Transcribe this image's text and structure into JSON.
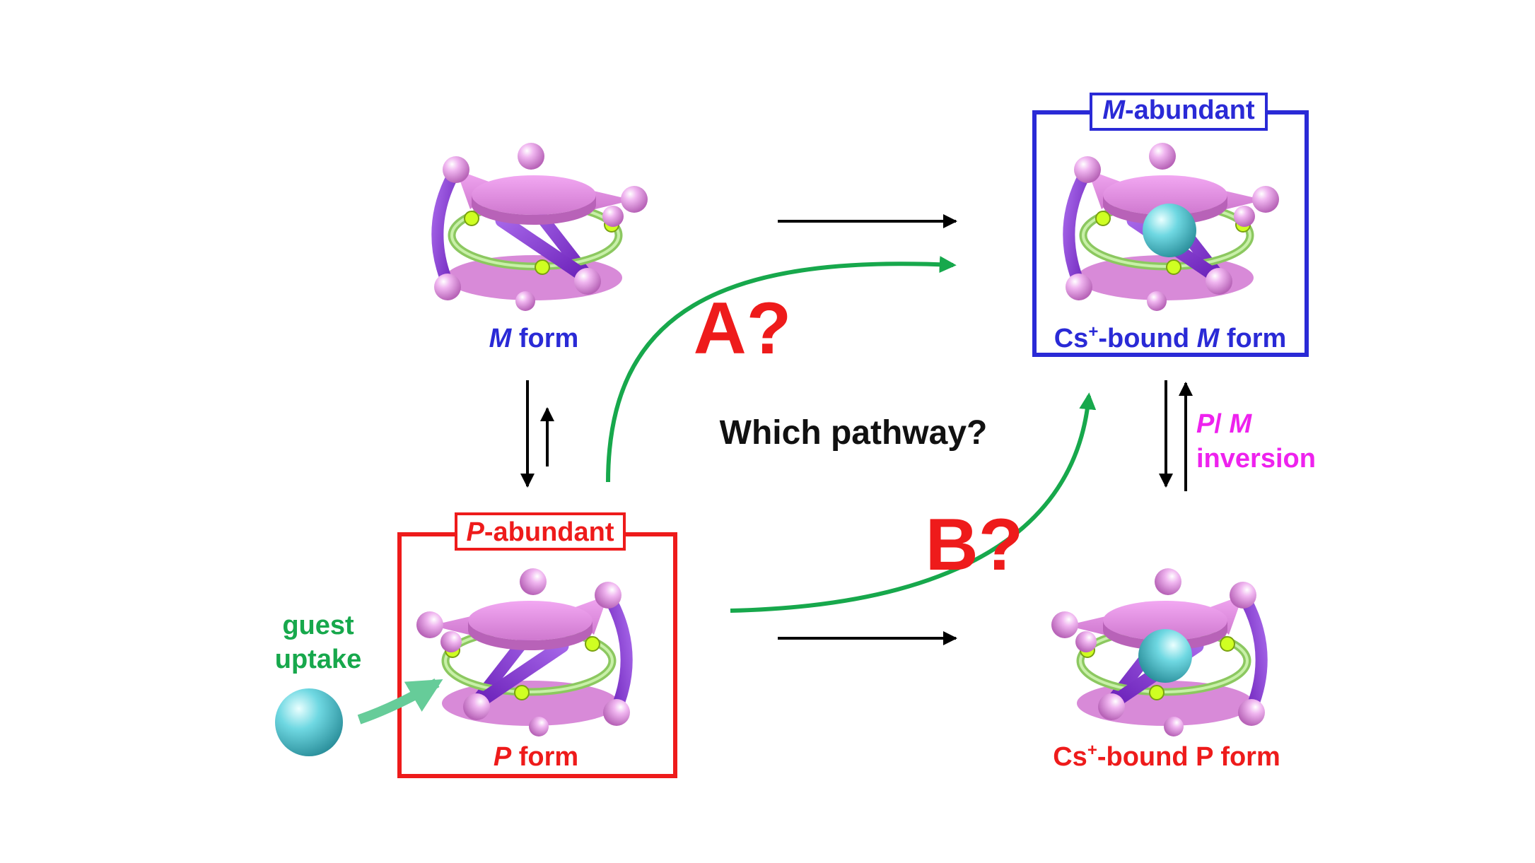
{
  "colors": {
    "m_blue": "#2a2ad6",
    "p_red": "#ee1b1b",
    "path_green": "#17a84c",
    "guest_green": "#17a84c",
    "inversion_magenta": "#ee22ee",
    "arrow_black": "#000000",
    "ligand_pink": "#e68ee6",
    "ligand_pink_dark": "#c46ac4",
    "linker_purple": "#8a3ad6",
    "ring_green": "#a8df7a",
    "cesium_cyan": "#5ccfda"
  },
  "m_form": {
    "italic": "M",
    "rest": " form"
  },
  "m_abundant": {
    "italic": "M",
    "rest": "-abundant"
  },
  "cs_bound_m": {
    "prefix": "Cs",
    "sup": "+",
    "mid": "-bound ",
    "italic": "M",
    "rest": " form"
  },
  "p_abundant": {
    "italic": "P",
    "rest": "-abundant"
  },
  "p_form": {
    "italic": "P",
    "rest": " form"
  },
  "cs_bound_p": {
    "prefix": "Cs",
    "sup": "+",
    "rest": "-bound P form"
  },
  "path_a": "A?",
  "path_b": "B?",
  "question": "Which pathway?",
  "inversion": {
    "p": "P",
    "slash": "/ ",
    "m": "M",
    "word": "inversion"
  },
  "guest": {
    "line1": "guest",
    "line2": "uptake"
  },
  "icons": [
    "cage-m-icon",
    "cage-m-cs-icon",
    "cage-p-icon",
    "cage-p-cs-icon",
    "cesium-guest-icon"
  ]
}
